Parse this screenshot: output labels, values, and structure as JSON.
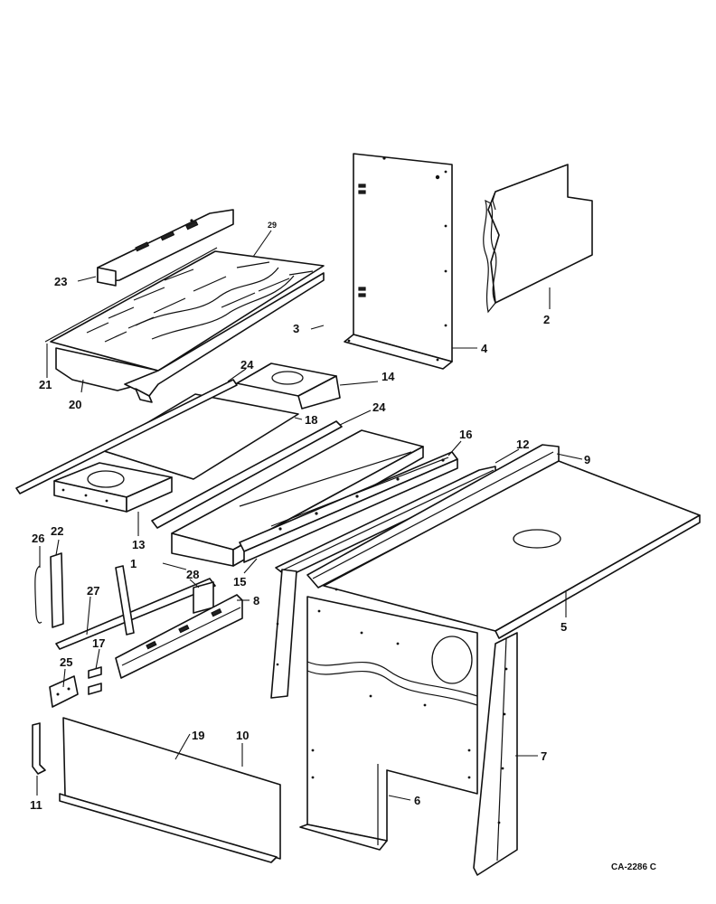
{
  "callouts": [
    {
      "id": "c1",
      "label": "1"
    },
    {
      "id": "c2",
      "label": "2"
    },
    {
      "id": "c3",
      "label": "3"
    },
    {
      "id": "c4",
      "label": "4"
    },
    {
      "id": "c5",
      "label": "5"
    },
    {
      "id": "c6",
      "label": "6"
    },
    {
      "id": "c7",
      "label": "7"
    },
    {
      "id": "c8",
      "label": "8"
    },
    {
      "id": "c9",
      "label": "9"
    },
    {
      "id": "c10",
      "label": "10"
    },
    {
      "id": "c11",
      "label": "11"
    },
    {
      "id": "c12",
      "label": "12"
    },
    {
      "id": "c13",
      "label": "13"
    },
    {
      "id": "c14",
      "label": "14"
    },
    {
      "id": "c15",
      "label": "15"
    },
    {
      "id": "c16",
      "label": "16"
    },
    {
      "id": "c17",
      "label": "17"
    },
    {
      "id": "c18",
      "label": "18"
    },
    {
      "id": "c19",
      "label": "19"
    },
    {
      "id": "c20",
      "label": "20"
    },
    {
      "id": "c21",
      "label": "21"
    },
    {
      "id": "c22",
      "label": "22"
    },
    {
      "id": "c23",
      "label": "23"
    },
    {
      "id": "c24a",
      "label": "24"
    },
    {
      "id": "c24b",
      "label": "24"
    },
    {
      "id": "c25",
      "label": "25"
    },
    {
      "id": "c26",
      "label": "26"
    },
    {
      "id": "c27",
      "label": "27"
    },
    {
      "id": "c28",
      "label": "28"
    },
    {
      "id": "c29",
      "label": "29"
    }
  ],
  "reference_code": "CA-2286 C"
}
